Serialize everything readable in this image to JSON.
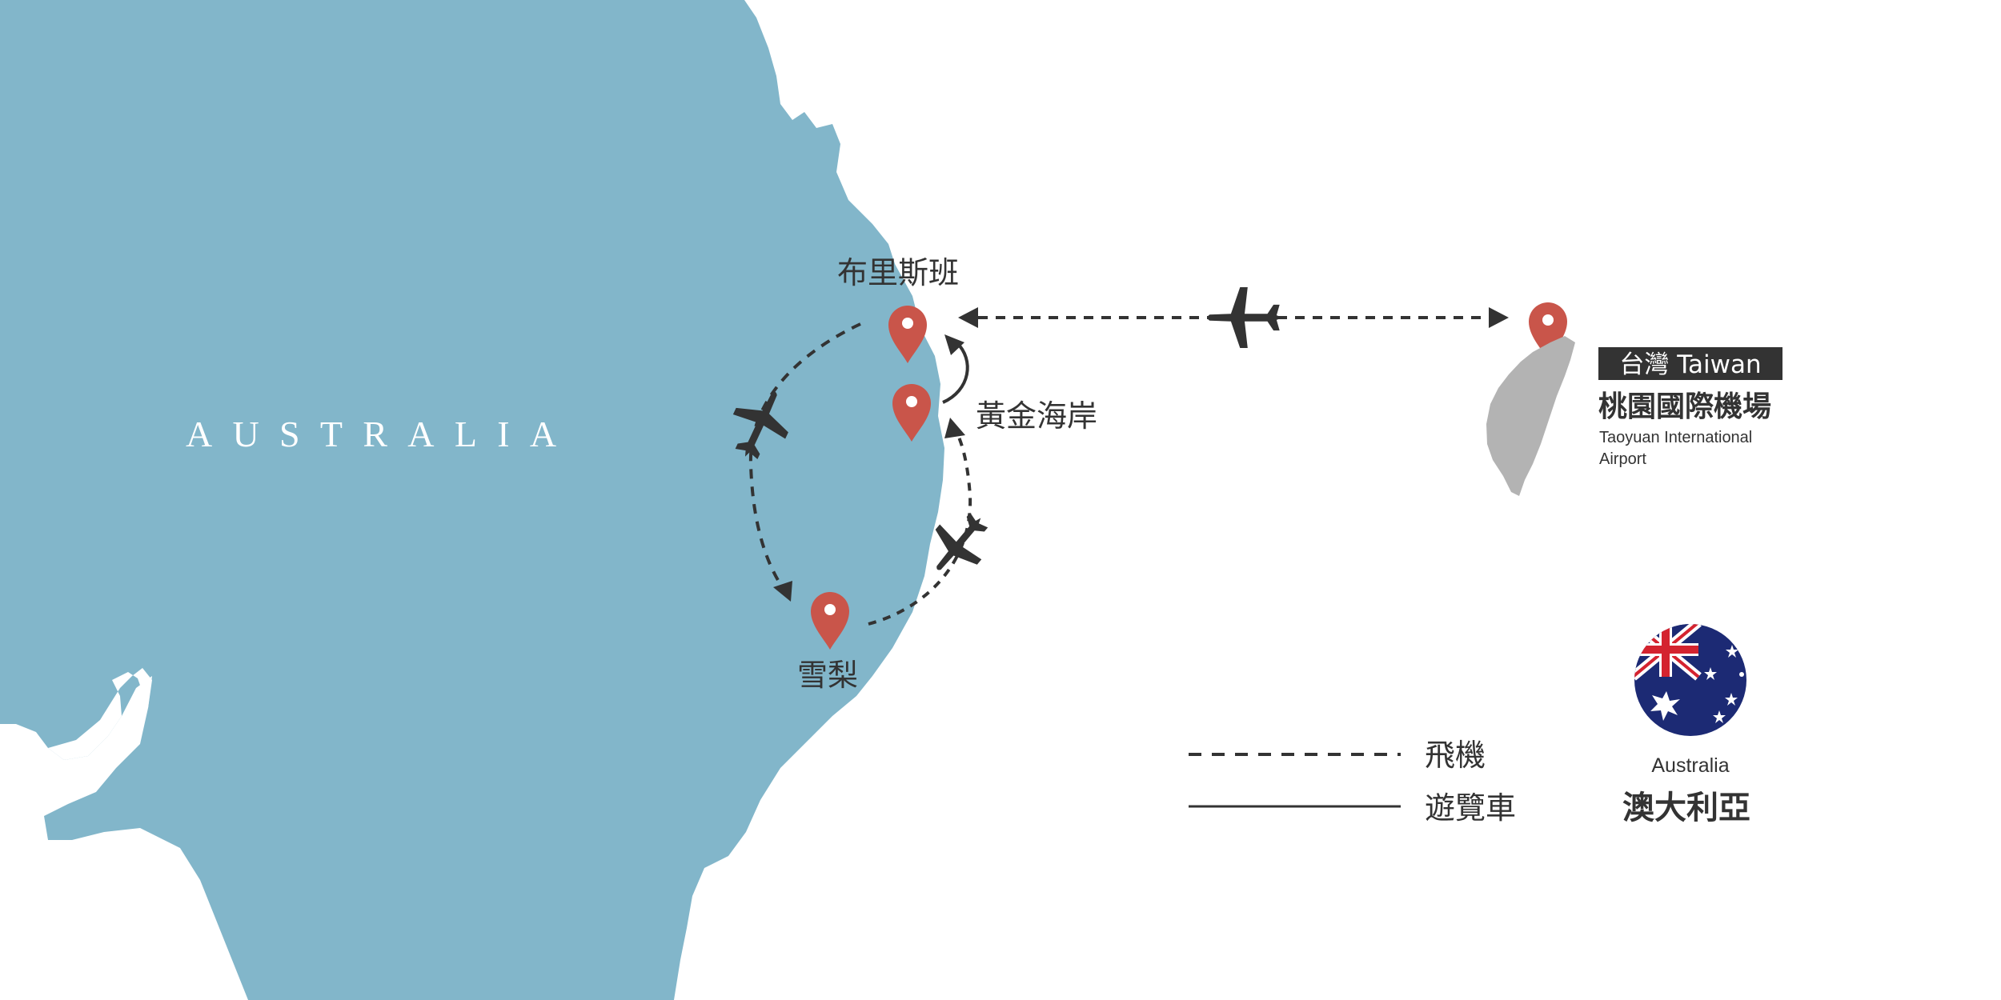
{
  "colors": {
    "land": "#82b6ca",
    "ink": "#333333",
    "pin": "#c9554a",
    "taiwan": "#b3b3b3",
    "flag_blue": "#1c2a74",
    "flag_red": "#d4232f"
  },
  "map": {
    "country_label": "AUSTRALIA"
  },
  "cities": {
    "brisbane": "布里斯班",
    "gold_coast": "黃金海岸",
    "sydney": "雪梨"
  },
  "taiwan": {
    "badge": "台灣 Taiwan",
    "airport_zh": "桃園國際機場",
    "airport_en_line1": "Taoyuan International",
    "airport_en_line2": "Airport"
  },
  "legend": {
    "flight": "飛機",
    "coach": "遊覽車"
  },
  "flag": {
    "name_en": "Australia",
    "name_zh": "澳大利亞"
  },
  "icons": {
    "pin": "map-pin-icon",
    "plane": "airplane-icon",
    "flag": "australia-flag-icon"
  }
}
